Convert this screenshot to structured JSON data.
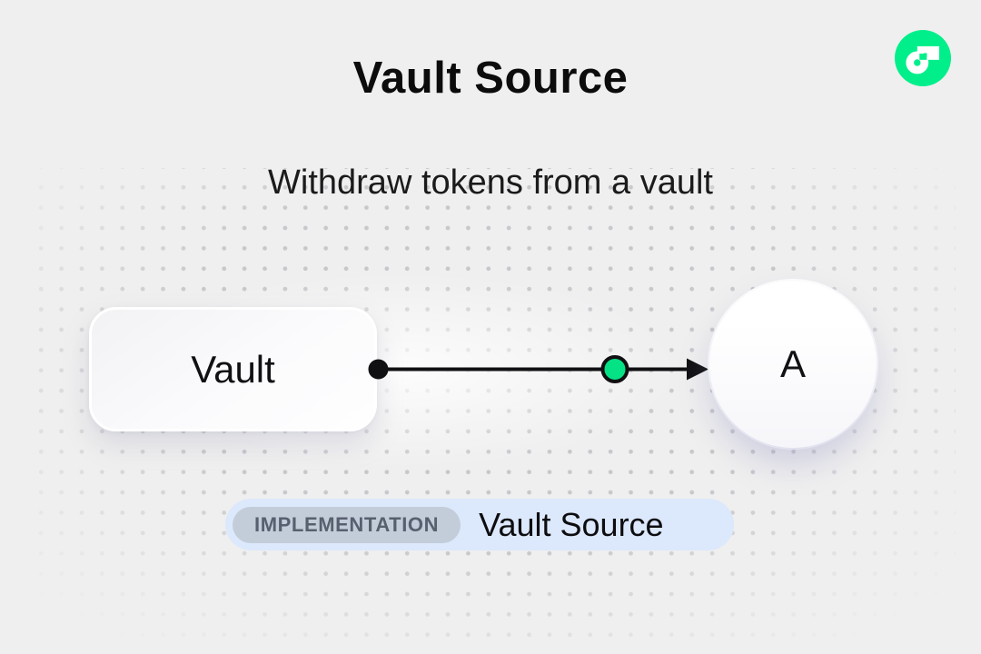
{
  "header": {
    "title": "Vault Source",
    "subtitle": "Withdraw tokens from a vault"
  },
  "brand": {
    "logo_name": "flow-logo",
    "logo_color": "#00EF8B"
  },
  "diagram": {
    "nodes": [
      {
        "id": "vault",
        "label": "Vault",
        "shape": "rounded-rect"
      },
      {
        "id": "a",
        "label": "A",
        "shape": "circle"
      }
    ],
    "edge": {
      "from": "vault",
      "to": "a",
      "direction": "right",
      "line_color": "#101012",
      "marker_color": "#05E285"
    }
  },
  "badge": {
    "tag": "IMPLEMENTATION",
    "label": "Vault Source",
    "tag_bg": "#c3cdda",
    "tag_text_color": "#58606f",
    "bg": "#dce8fb"
  }
}
